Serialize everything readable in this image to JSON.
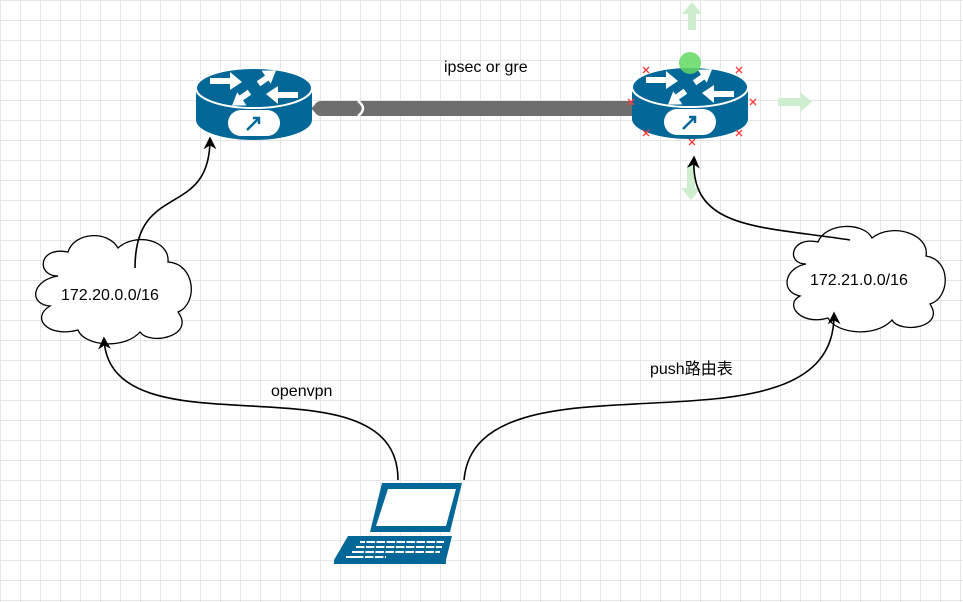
{
  "labels": {
    "tunnel": "ipsec or gre",
    "left_network": "172.20.0.0/16",
    "right_network": "172.21.0.0/16",
    "left_link": "openvpn",
    "right_link": "push路由表"
  },
  "colors": {
    "router_blue": "#036897",
    "tunnel_gray": "#6e6e6e",
    "selection_green": "#62d962",
    "handle_red": "#ff3b3b",
    "grid": "#e6e6e6"
  },
  "icons": {
    "left_router": "router-icon",
    "right_router": "router-icon",
    "laptop": "laptop-icon",
    "clouds": "cloud-icon"
  }
}
